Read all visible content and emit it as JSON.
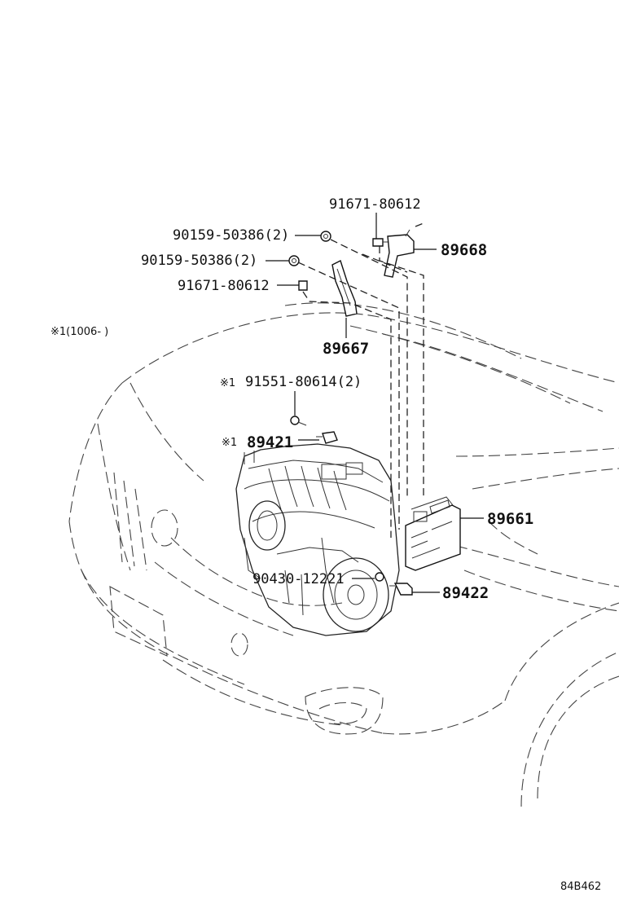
{
  "note": "※1(1006-        )",
  "figure_id": "84B462",
  "callouts": {
    "c1": "91671-80612",
    "c2": "90159-50386(2)",
    "c3": "89668",
    "c4": "90159-50386(2)",
    "c5": "91671-80612",
    "c6": "89667",
    "c7_mark": "※1",
    "c7": "91551-80614(2)",
    "c8_mark": "※1",
    "c8": "89421",
    "c9": "89661",
    "c10": "90430-12221",
    "c11": "89422"
  }
}
